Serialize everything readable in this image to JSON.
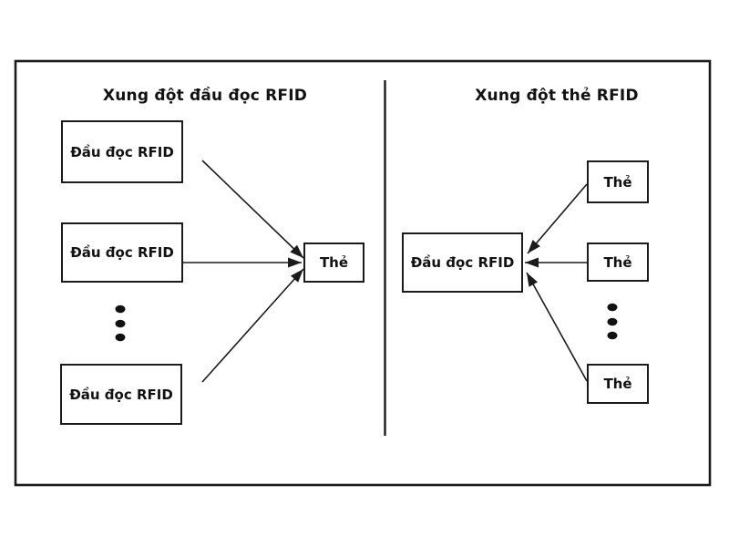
{
  "colors": {
    "background": "#ffffff",
    "line": "#1b1b1b",
    "text": "#121212",
    "box_fill": "#ffffff"
  },
  "icons": {
    "ellipsis": "vertical-ellipsis-icon",
    "arrowhead": "arrowhead-icon"
  },
  "panels": {
    "left": {
      "title": "Xung đột đầu đọc RFID",
      "readers": [
        {
          "label": "Đầu đọc RFID"
        },
        {
          "label": "Đầu đọc RFID"
        },
        {
          "label": "Đầu đọc RFID"
        }
      ],
      "tag": {
        "label": "Thẻ"
      }
    },
    "right": {
      "title": "Xung đột thẻ RFID",
      "tags": [
        {
          "label": "Thẻ"
        },
        {
          "label": "Thẻ"
        },
        {
          "label": "Thẻ"
        }
      ],
      "reader": {
        "label": "Đầu đọc RFID"
      }
    }
  }
}
